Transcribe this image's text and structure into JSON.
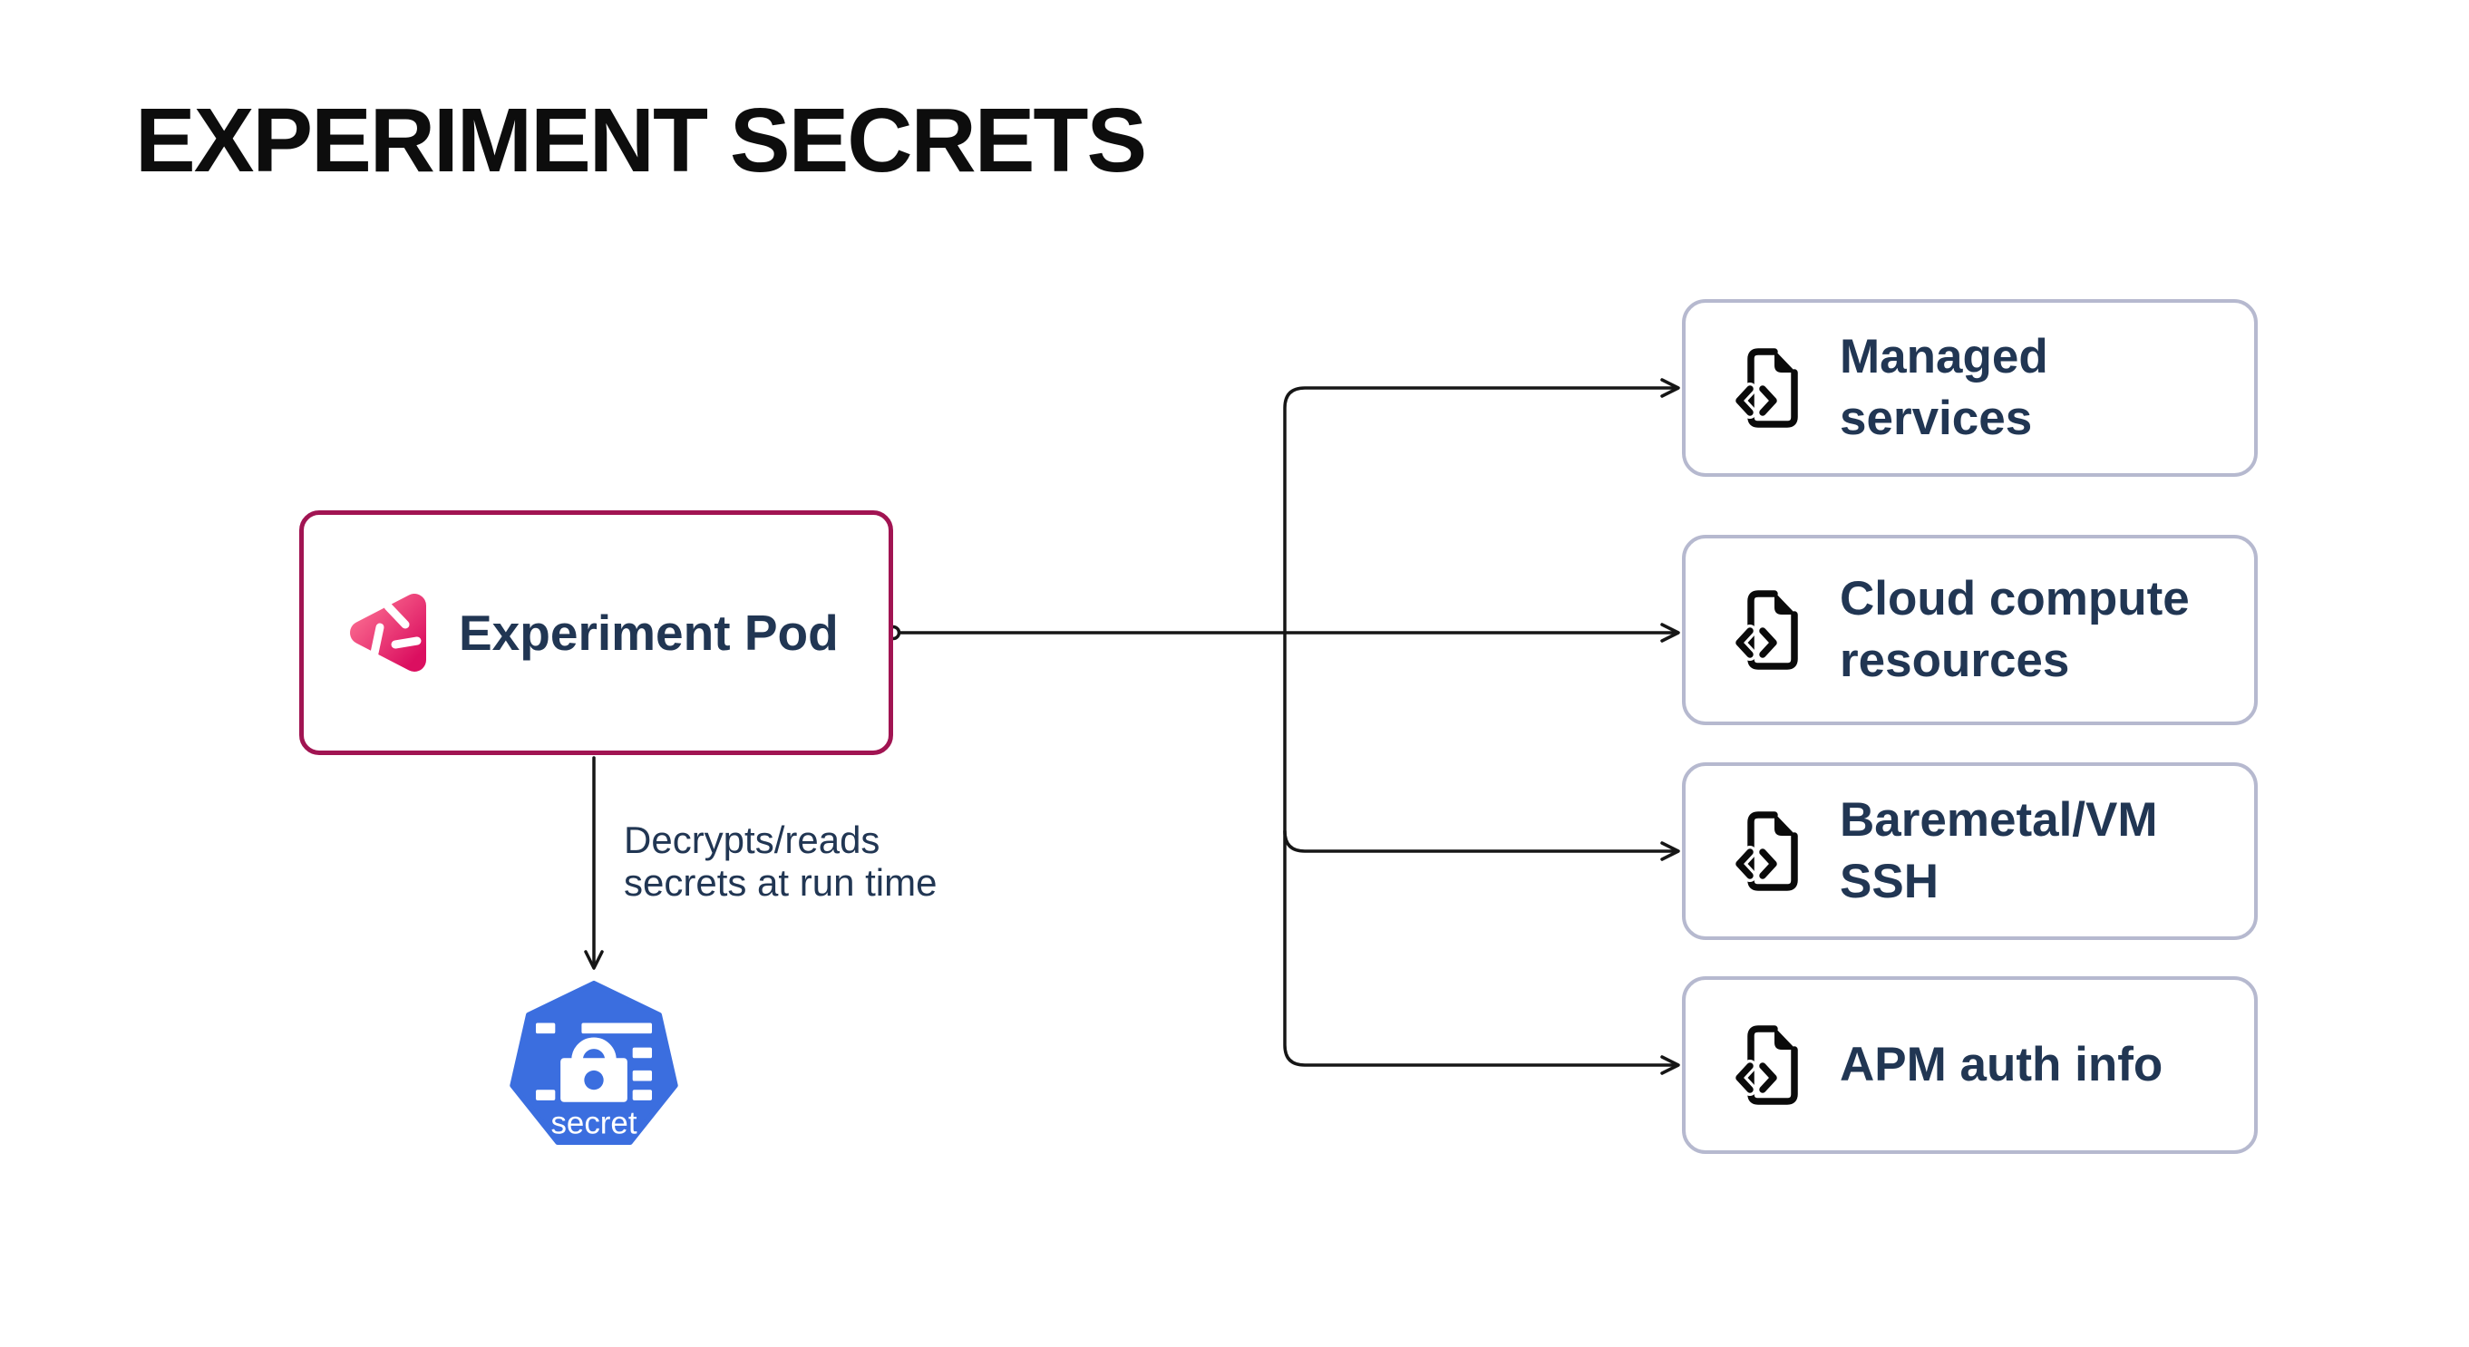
{
  "title": "EXPERIMENT SECRETS",
  "pod": {
    "label": "Experiment Pod",
    "icon": "litmus-pod-icon"
  },
  "edge_caption": {
    "lines": [
      "Decrypts/reads",
      "secrets at run time"
    ]
  },
  "secret_node": {
    "label": "secret",
    "icon": "kubernetes-secret-icon"
  },
  "targets": [
    {
      "label": "Managed services",
      "lines": [
        "Managed",
        "services"
      ],
      "icon": "file-code-icon"
    },
    {
      "label": "Cloud compute resources",
      "lines": [
        "Cloud compute",
        "resources"
      ],
      "icon": "file-code-icon"
    },
    {
      "label": "Baremetal/VM SSH",
      "lines": [
        "Baremetal/VM",
        "SSH"
      ],
      "icon": "file-code-icon"
    },
    {
      "label": "APM auth info",
      "lines": [
        "APM auth info"
      ],
      "icon": "file-code-icon"
    }
  ],
  "colors": {
    "pod_border": "#A11452",
    "target_border": "#B6B9CF",
    "label_text": "#213653",
    "kubernetes_blue": "#3B6EDF",
    "litmus_pink_light": "#FA6A8F",
    "litmus_pink_dark": "#DB0F60",
    "connector": "#161616",
    "title_text": "#0D0D0D"
  }
}
